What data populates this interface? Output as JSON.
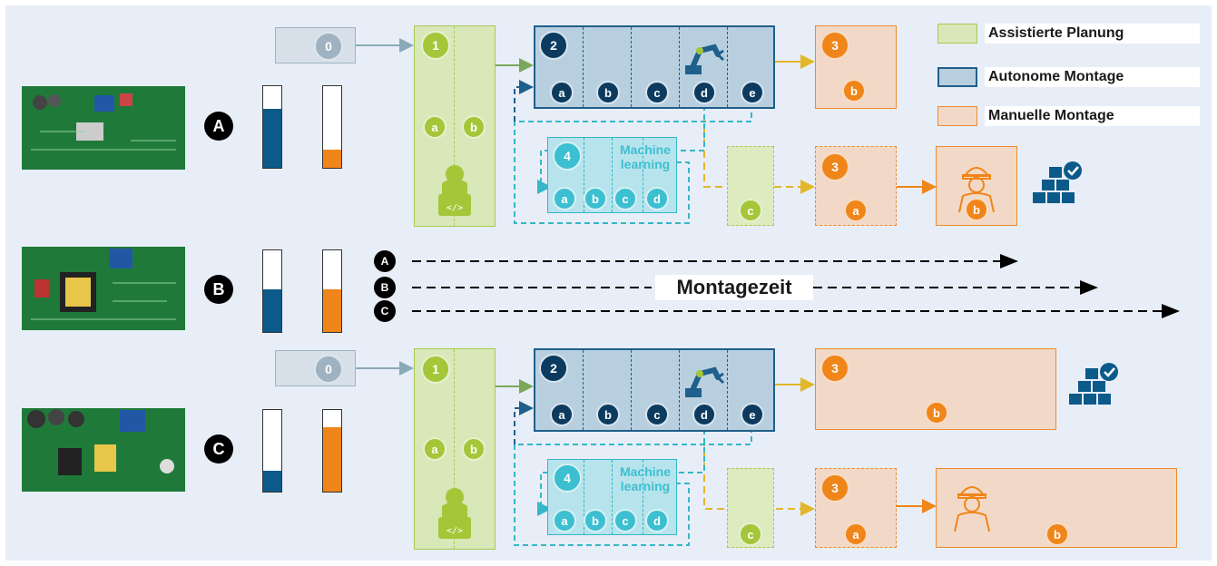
{
  "legend": [
    {
      "label": "Assistierte Planung",
      "color": "#d8e8b8",
      "border": "#a7c957"
    },
    {
      "label": "Autonome Montage",
      "color": "#b8cfe0",
      "border": "#1f5f8b"
    },
    {
      "label": "Manuelle Montage",
      "color": "#f2d9c7",
      "border": "#f08a2c"
    }
  ],
  "variants": [
    {
      "label": "A",
      "robot_level": 0.72,
      "manual_level": 0.22
    },
    {
      "label": "B",
      "robot_level": 0.52,
      "manual_level": 0.52
    },
    {
      "label": "C",
      "robot_level": 0.26,
      "manual_level": 0.79
    }
  ],
  "steps": {
    "s0": "0",
    "s1": "1",
    "s2": "2",
    "s3": "3",
    "s4": "4",
    "sub_ab": [
      "a",
      "b"
    ],
    "sub_abcde": [
      "a",
      "b",
      "c",
      "d",
      "e"
    ],
    "sub_abcd": [
      "a",
      "b",
      "c",
      "d"
    ],
    "sub_a": "a",
    "sub_b": "b",
    "sub_c": "c"
  },
  "machine_learning_label": "Machine learning",
  "montagezeit_label": "Montagezeit",
  "colors": {
    "green": "#a4c639",
    "navy": "#0c3b5f",
    "teal": "#3cbfd0",
    "orange": "#f08519",
    "grey": "#9fb2c1",
    "background": "#e8eef8"
  },
  "icons": [
    "pcb-photo",
    "programmer-icon",
    "robot-arm-icon",
    "worker-icon",
    "boxes-check-icon"
  ]
}
